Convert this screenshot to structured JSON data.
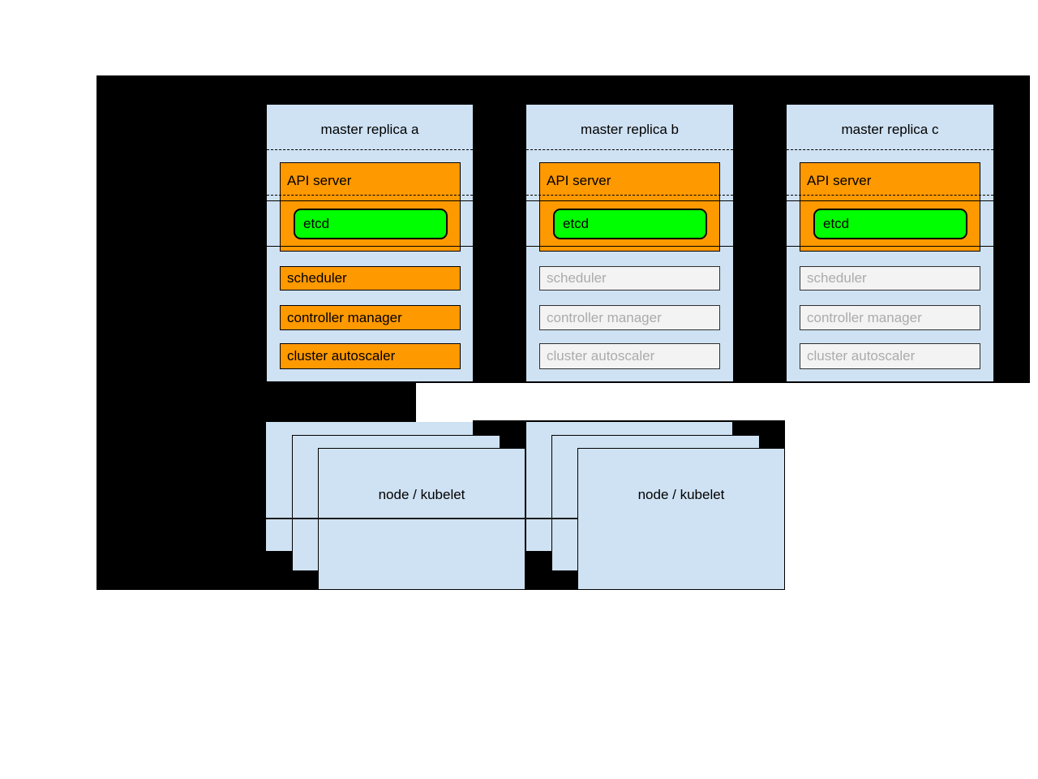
{
  "diagram": {
    "description_colors": {
      "backdrop": "#000000",
      "panel_blue": "#cfe2f3",
      "active_orange": "#ff9900",
      "etcd_green": "#00ff00",
      "inactive_fill": "#f3f3f3",
      "inactive_text": "#ababab"
    },
    "masters": [
      {
        "title": "master replica a",
        "api_server_label": "API server",
        "etcd_label": "etcd",
        "scheduler_label": "scheduler",
        "controller_manager_label": "controller manager",
        "cluster_autoscaler_label": "cluster autoscaler",
        "components_state": "active"
      },
      {
        "title": "master replica b",
        "api_server_label": "API server",
        "etcd_label": "etcd",
        "scheduler_label": "scheduler",
        "controller_manager_label": "controller manager",
        "cluster_autoscaler_label": "cluster autoscaler",
        "components_state": "inactive"
      },
      {
        "title": "master replica c",
        "api_server_label": "API server",
        "etcd_label": "etcd",
        "scheduler_label": "scheduler",
        "controller_manager_label": "controller manager",
        "cluster_autoscaler_label": "cluster autoscaler",
        "components_state": "inactive"
      }
    ],
    "nodes": [
      {
        "label": "node / kubelet"
      },
      {
        "label": "node / kubelet"
      }
    ]
  }
}
